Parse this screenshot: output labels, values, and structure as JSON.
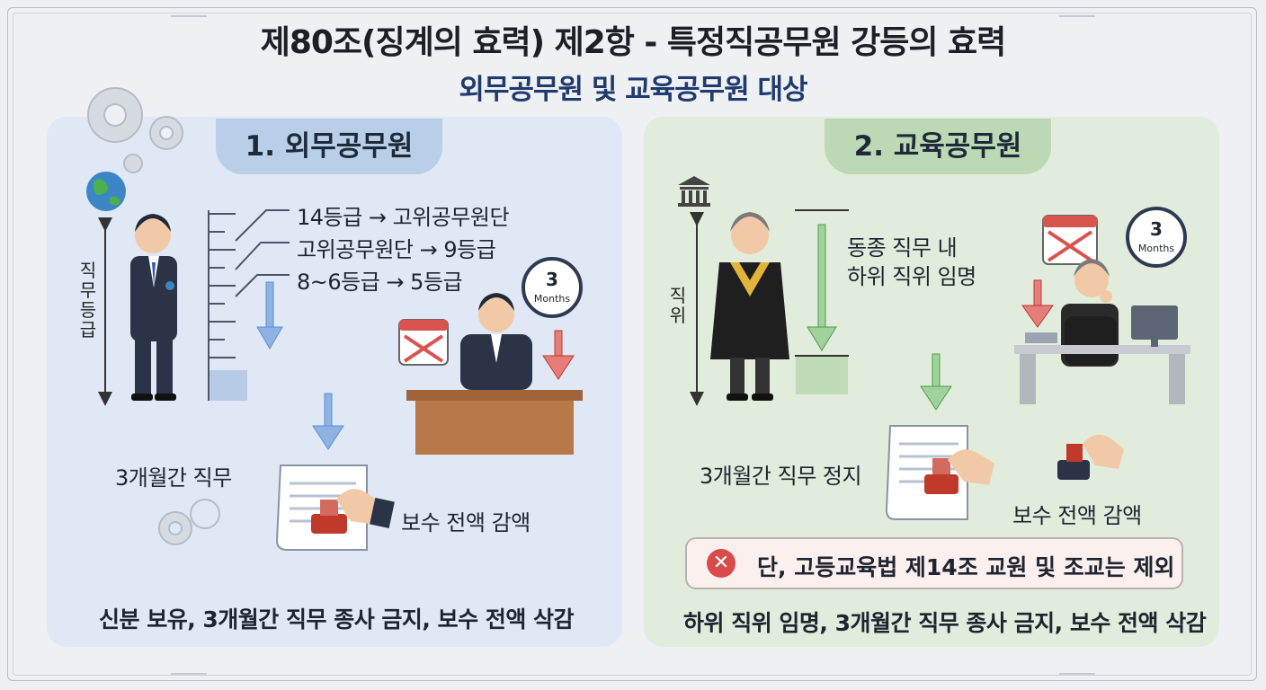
{
  "title": "제80조(징계의 효력) 제2항 - 특정직공무원 강등의 효력",
  "subtitle": "외무공무원 및 교육공무원 대상",
  "left": {
    "heading": "1. 외무공무원",
    "axis_label": "직무등급",
    "steps": [
      "14등급 → 고위공무원단",
      "고위공무원단 → 9등급",
      "8~6등급 → 5등급"
    ],
    "clock_number": "3",
    "clock_unit": "Months",
    "suspension": "3개월간 직무",
    "pay": "보수 전액 감액",
    "summary": "신분 보유, 3개월간 직무 종사 금지, 보수 전액 삭감"
  },
  "right": {
    "heading": "2. 교육공무원",
    "axis_label": "직위",
    "appointment": [
      "동종 직무 내",
      "하위 직위 임명"
    ],
    "clock_number": "3",
    "clock_unit": "Months",
    "suspension": "3개월간 직무 정지",
    "pay": "보수 전액 감액",
    "exception": "단, 고등교육법 제14조 교원 및 조교는 제외",
    "exception_icon": "x-circle-icon",
    "summary": "하위 직위 임명, 3개월간 직무 종사 금지, 보수 전액 삭감"
  },
  "colors": {
    "blue_panel": "#dfe8f4",
    "green_panel": "#e1ecdd",
    "down_arrow_red": "#d9534f",
    "down_arrow_blue": "#5b8fd6",
    "down_arrow_green": "#6dbb6d"
  }
}
